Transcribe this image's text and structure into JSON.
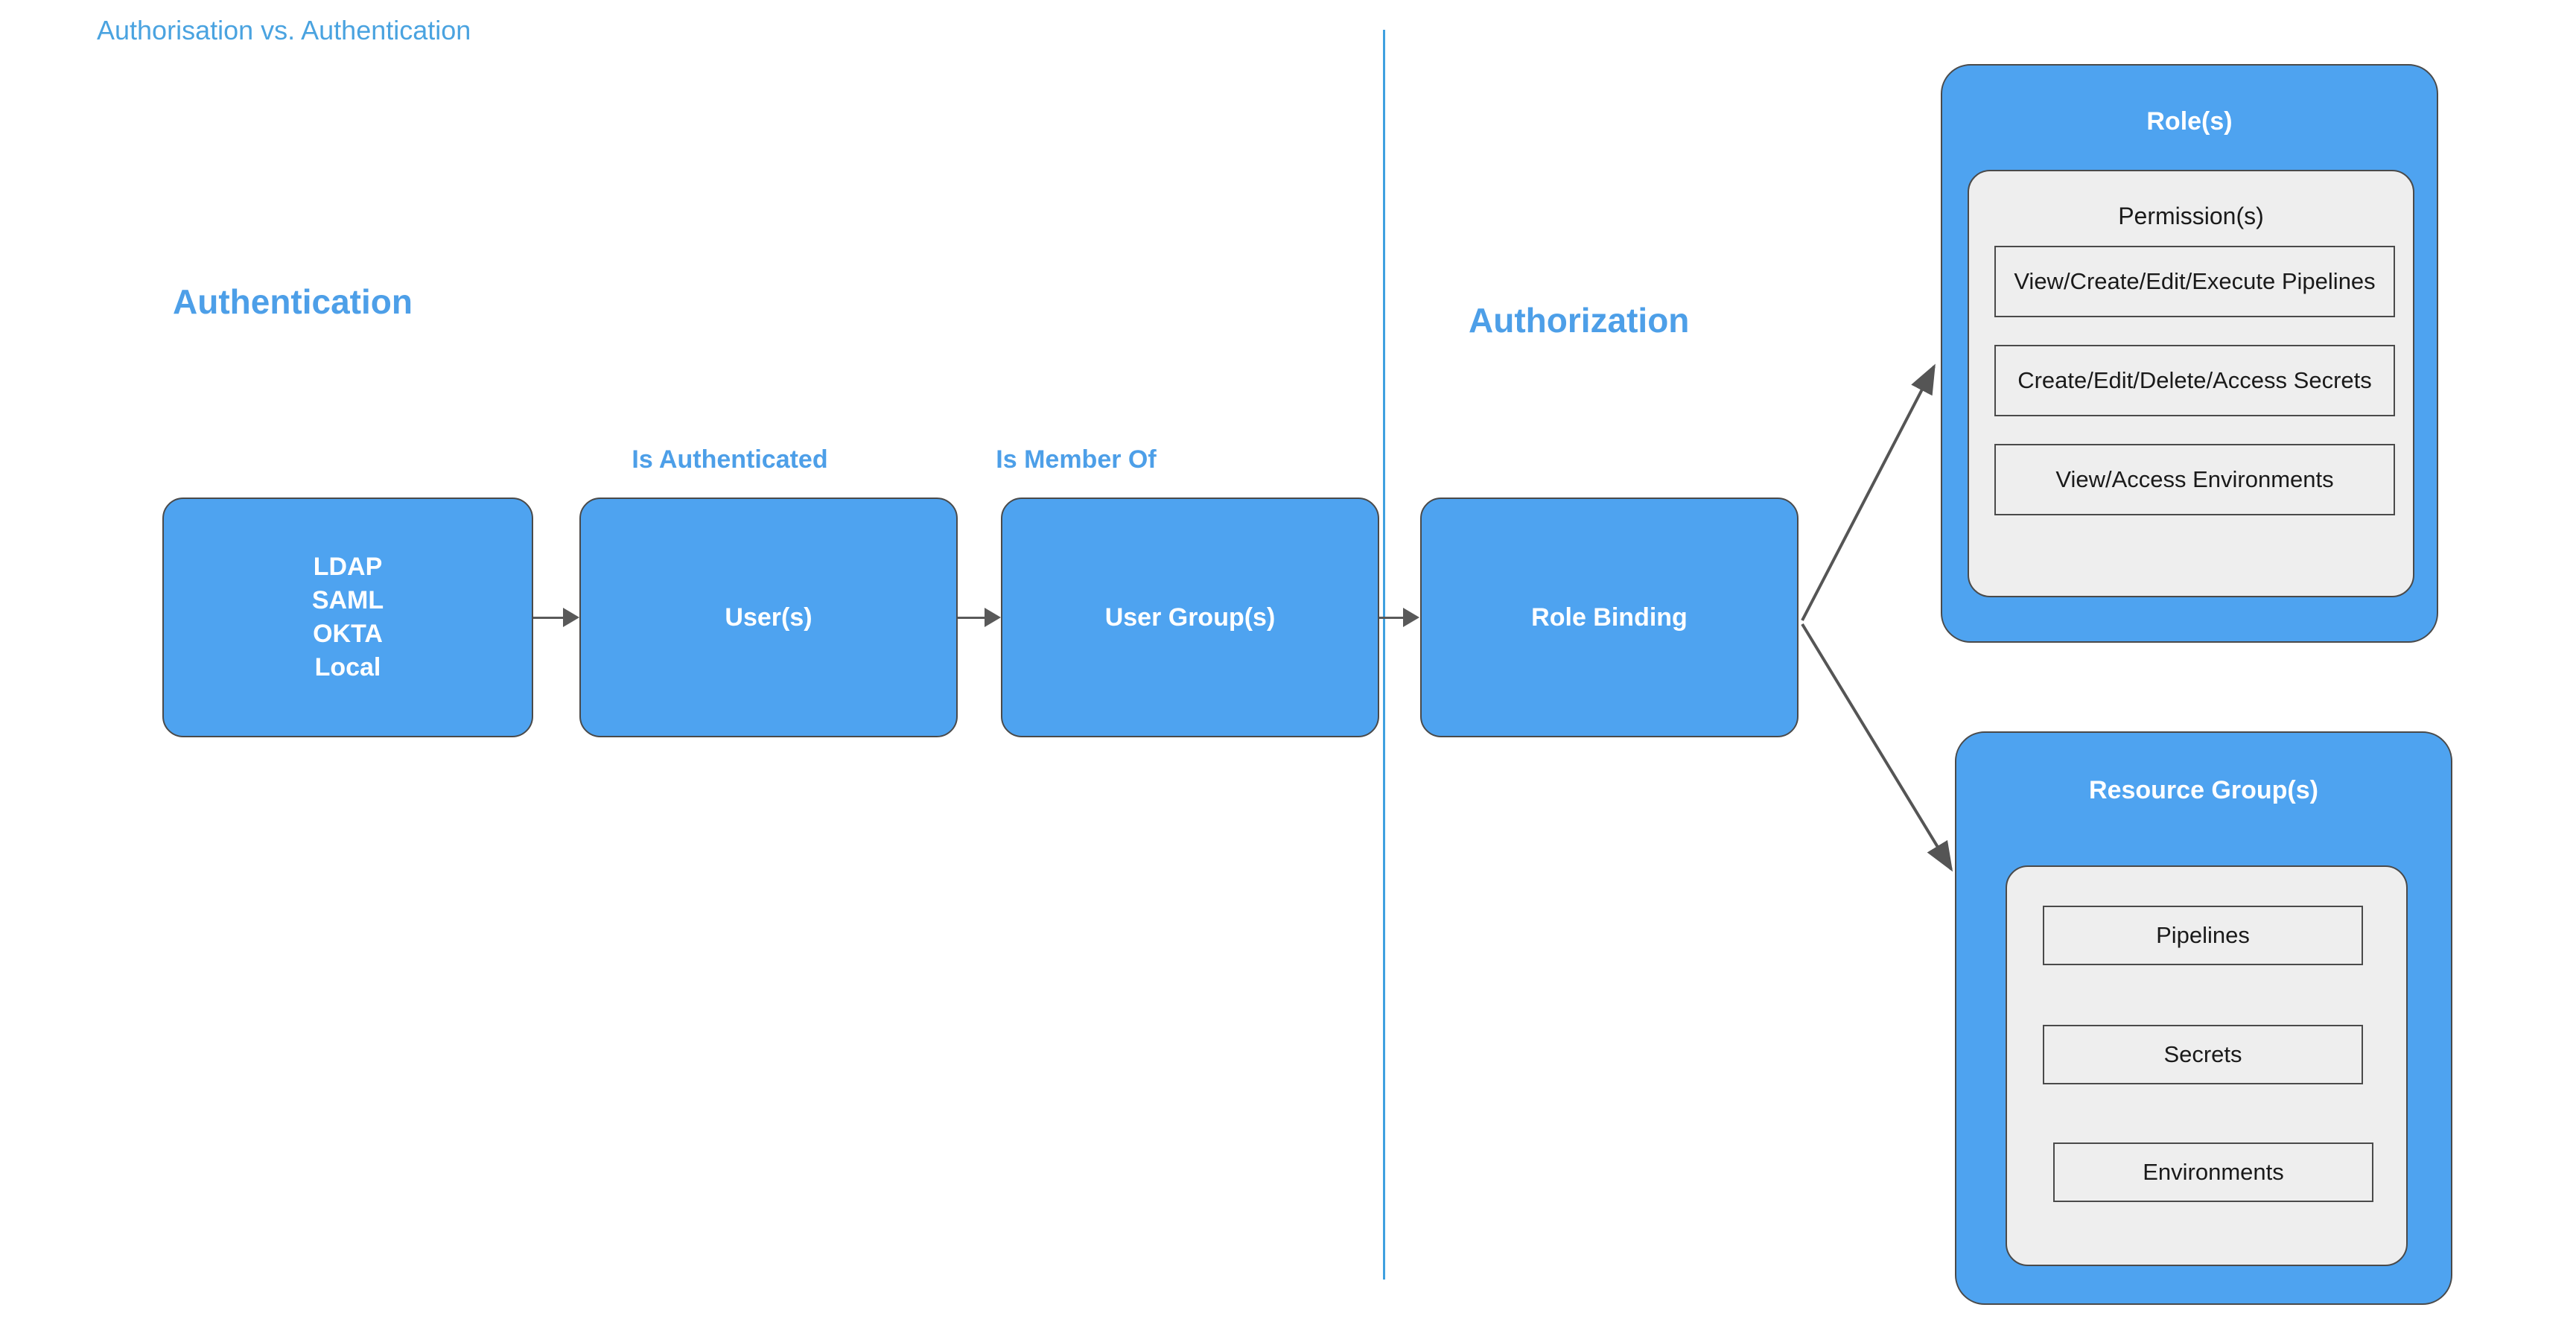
{
  "document": {
    "title": "Authorisation vs. Authentication"
  },
  "sections": {
    "left": {
      "heading": "Authentication"
    },
    "right": {
      "heading": "Authorization"
    }
  },
  "flow": {
    "nodes": [
      {
        "id": "identity-providers",
        "label": "LDAP\nSAML\nOKTA\nLocal"
      },
      {
        "id": "users",
        "label": "User(s)"
      },
      {
        "id": "user-groups",
        "label": "User Group(s)"
      },
      {
        "id": "role-binding",
        "label": "Role Binding"
      }
    ],
    "edge_labels": [
      {
        "id": "is-authenticated",
        "label": "Is Authenticated"
      },
      {
        "id": "is-member-of",
        "label": "Is Member Of"
      }
    ]
  },
  "panels": [
    {
      "id": "roles",
      "title": "Role(s)",
      "inner_title": "Permission(s)",
      "items": [
        "View/Create/Edit/Execute Pipelines",
        "Create/Edit/Delete/Access Secrets",
        "View/Access Environments"
      ]
    },
    {
      "id": "resource-groups",
      "title": "Resource Group(s)",
      "inner_title": "",
      "items": [
        "Pipelines",
        "Secrets",
        "Environments"
      ]
    }
  ],
  "colors": {
    "node_blue": "#4ea3f0",
    "heading_blue": "#4d9fe8",
    "title_blue": "#4aa3e0",
    "panel_gray": "#eeeeee",
    "stroke_gray": "#4a4a4a",
    "connector_gray": "#595959"
  }
}
